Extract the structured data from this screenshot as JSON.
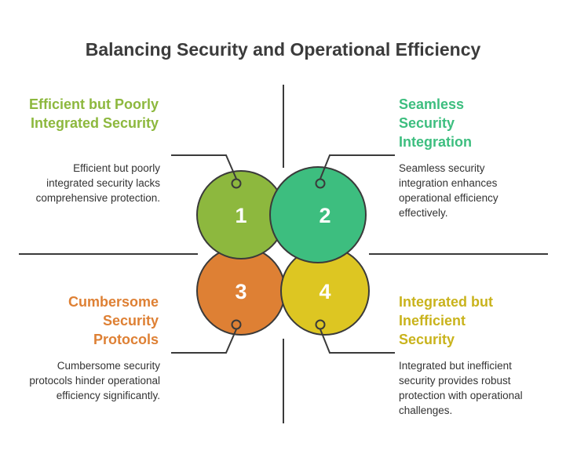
{
  "title": "Balancing Security and Operational Efficiency",
  "colors": {
    "q1": "#8DB83E",
    "q2": "#3DBE7F",
    "q3": "#DE8034",
    "q4": "#DDC622",
    "line": "#3a3a3a"
  },
  "quadrants": [
    {
      "number": "1",
      "heading": "Efficient but Poorly Integrated Security",
      "description": "Efficient but poorly integrated security lacks comprehensive protection."
    },
    {
      "number": "2",
      "heading": "Seamless Security Integration",
      "description": "Seamless security integration enhances operational efficiency effectively."
    },
    {
      "number": "3",
      "heading": "Cumbersome Security Protocols",
      "description": "Cumbersome security protocols hinder operational efficiency significantly."
    },
    {
      "number": "4",
      "heading": "Integrated but Inefficient Security",
      "description": "Integrated but inefficient security provides robust protection with operational challenges."
    }
  ]
}
